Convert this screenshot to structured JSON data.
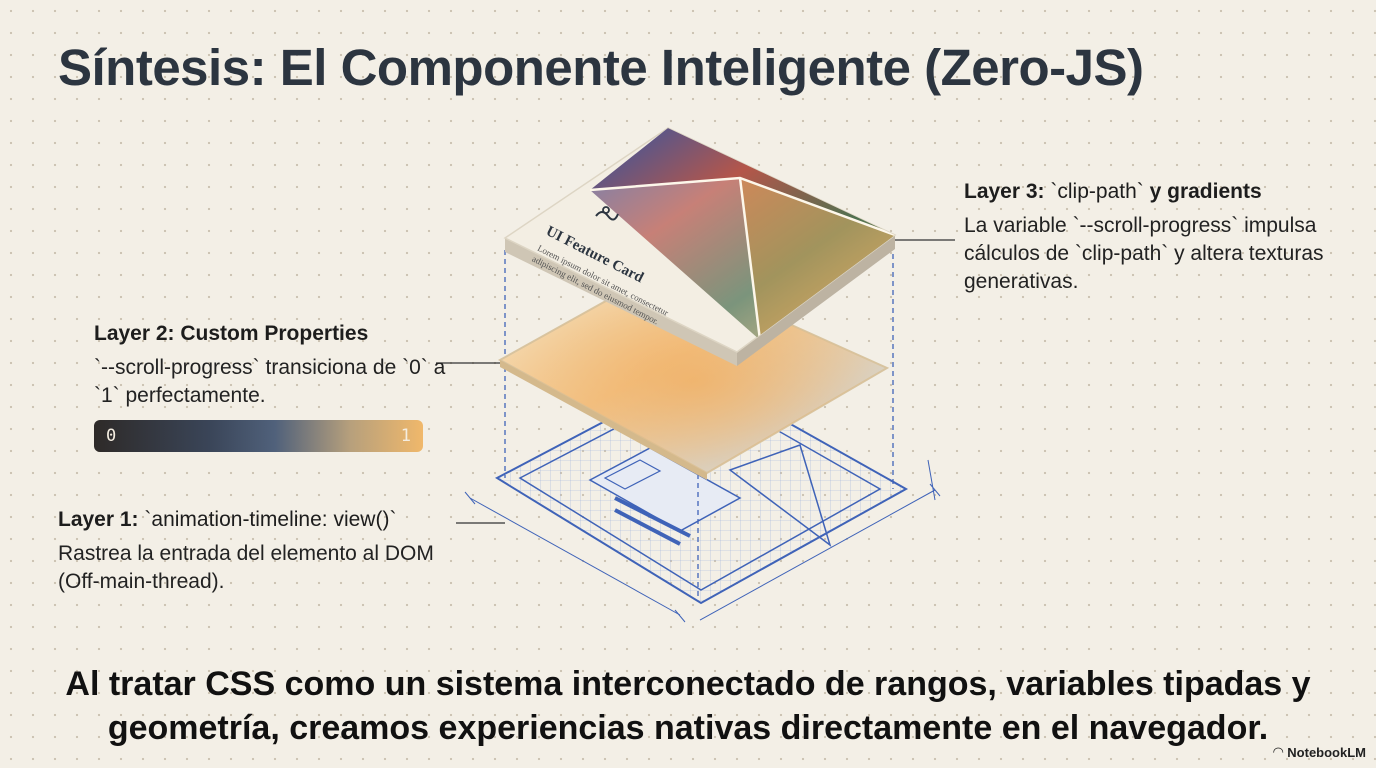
{
  "title": "Síntesis: El Componente Inteligente (Zero-JS)",
  "card": {
    "heading": "UI Feature Card",
    "lines": [
      "Lorem ipsum dolor sit amet, consectetur",
      "adipiscing elit, sed do eiusmod tempor."
    ]
  },
  "layers": {
    "layer3": {
      "title_prefix": "Layer 3:",
      "title_code": "`clip-path`",
      "title_suffix": "y gradients",
      "body": "La variable `--scroll-progress` impulsa cálculos de `clip-path` y altera texturas generativas."
    },
    "layer2": {
      "title": "Layer 2: Custom Properties",
      "body": "`--scroll-progress` transiciona de `0` a `1` perfectamente.",
      "gauge_min": "0",
      "gauge_max": "1"
    },
    "layer1": {
      "title_prefix": "Layer 1:",
      "title_code": "`animation-timeline: view()`",
      "body": "Rastrea la entrada del elemento al DOM (Off-main-thread)."
    }
  },
  "conclusion": "Al tratar CSS como un sistema interconectado de rangos, variables tipadas y geometría, creamos experiencias nativas directamente en el navegador.",
  "brand": "NotebookLM",
  "colors": {
    "background": "#f3efe6",
    "title": "#2c3540",
    "blueprint": "#3f63b8",
    "gradient_blue": "#2f56a6",
    "gradient_red": "#b4564a",
    "gradient_green": "#4f7150",
    "gradient_gold": "#e6b067"
  }
}
